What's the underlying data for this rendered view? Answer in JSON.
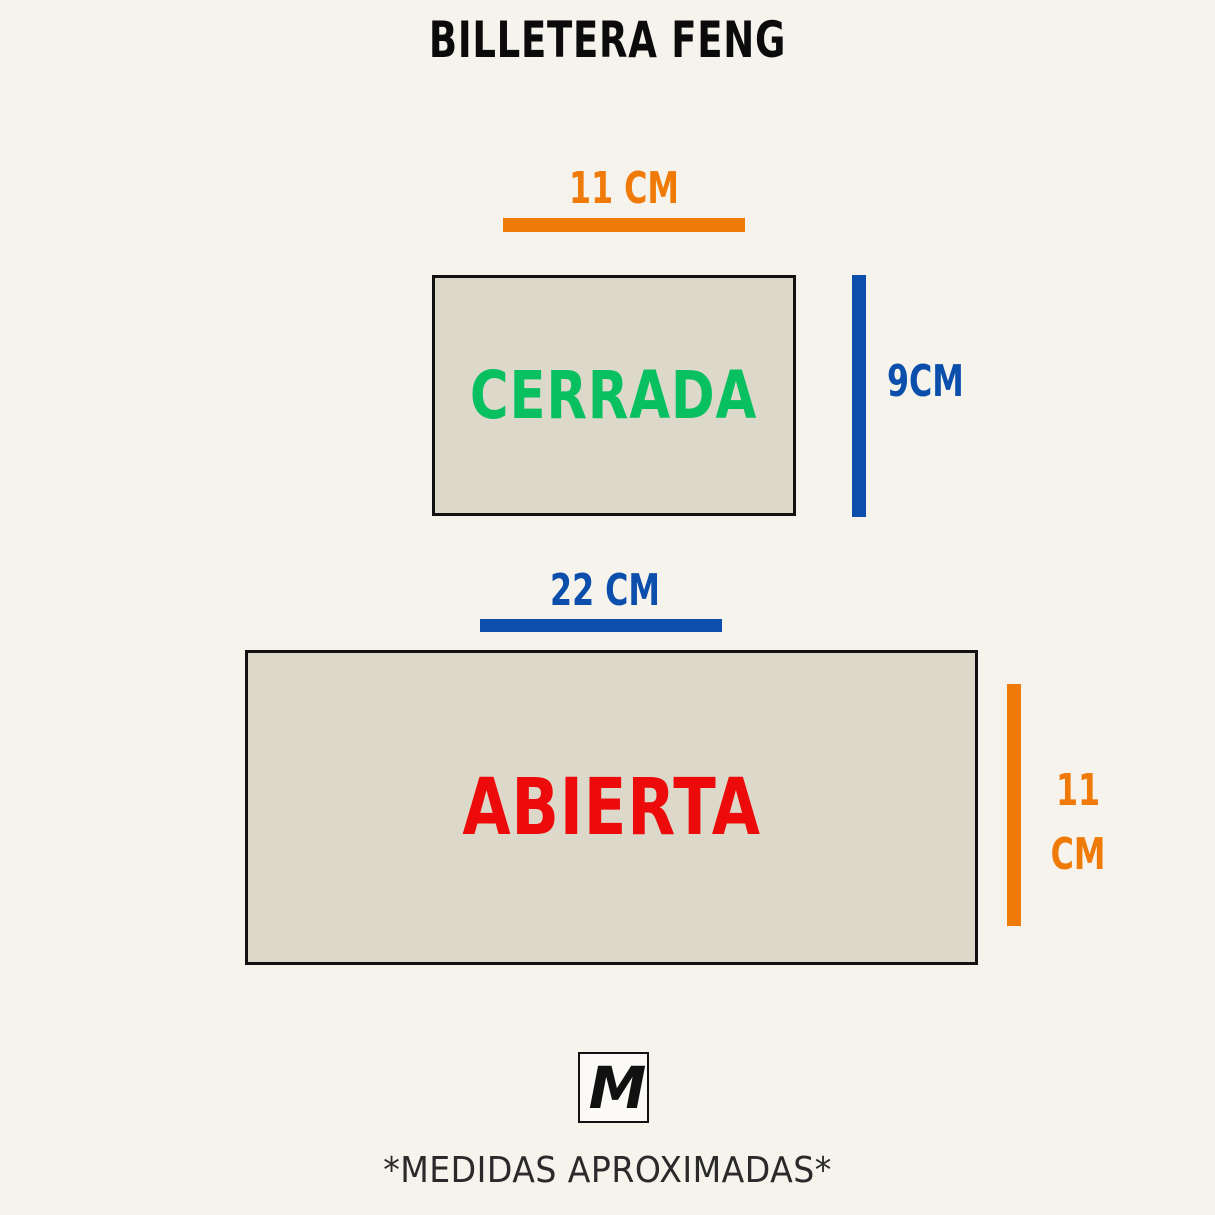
{
  "title": "BILLETERA FENG",
  "colors": {
    "orange": "#ef7a08",
    "blue": "#0b4eab",
    "green": "#08c060",
    "red": "#ec0a0a",
    "box_fill": "#ddd9ca",
    "background": "#f6f3ec"
  },
  "closed": {
    "label": "CERRADA",
    "width_label": "11 CM",
    "height_label": "9CM"
  },
  "open": {
    "label": "ABIERTA",
    "width_label": "22 CM",
    "height_label_line1": "11",
    "height_label_line2": "CM"
  },
  "logo": {
    "letter": "M"
  },
  "footnote": "*MEDIDAS APROXIMADAS*"
}
